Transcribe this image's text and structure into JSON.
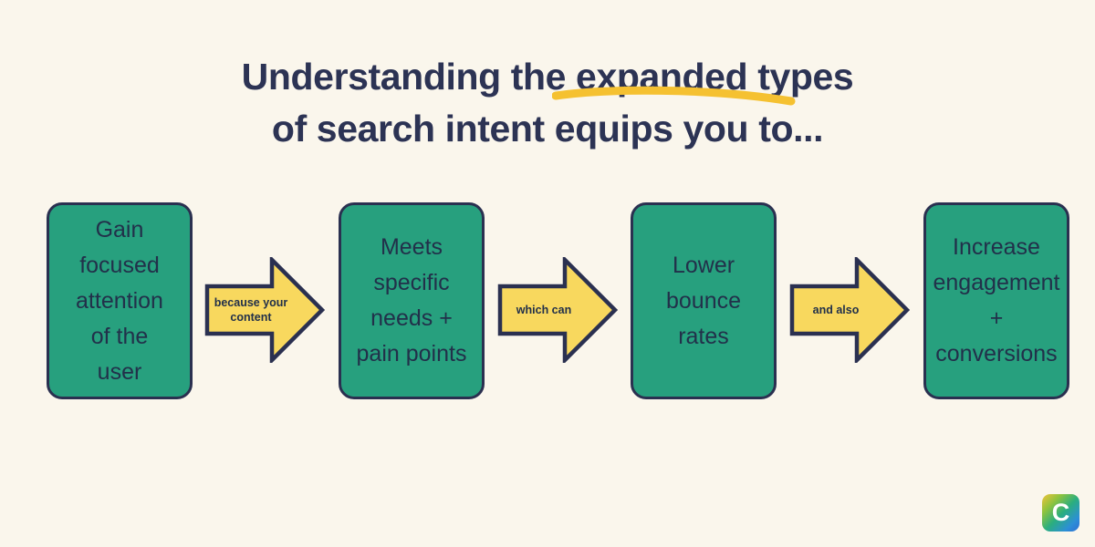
{
  "canvas": {
    "background_color": "#FAF6EC",
    "ink_color": "#2C3354"
  },
  "title": {
    "line1": "Understanding the expanded types",
    "line2": "of search intent equips you to...",
    "highlight_word": "expanded types",
    "underline_color": "#F5C131"
  },
  "diagram": {
    "type": "linear-flow",
    "node_fill_color": "#27A07E",
    "node_border_color": "#2A3050",
    "arrow_fill_color": "#F8D85E",
    "arrow_border_color": "#2A3050",
    "nodes": [
      {
        "label": "Gain\nfocused\nattention\nof the\nuser"
      },
      {
        "label": "Meets\nspecific\nneeds +\npain points"
      },
      {
        "label": "Lower\nbounce\nrates"
      },
      {
        "label": "Increase\nengagement\n+\nconversions"
      }
    ],
    "connectors": [
      {
        "label": "because your\ncontent"
      },
      {
        "label": "which can"
      },
      {
        "label": "and also"
      }
    ]
  },
  "logo": {
    "letter": "C",
    "name": "brand-logo"
  }
}
